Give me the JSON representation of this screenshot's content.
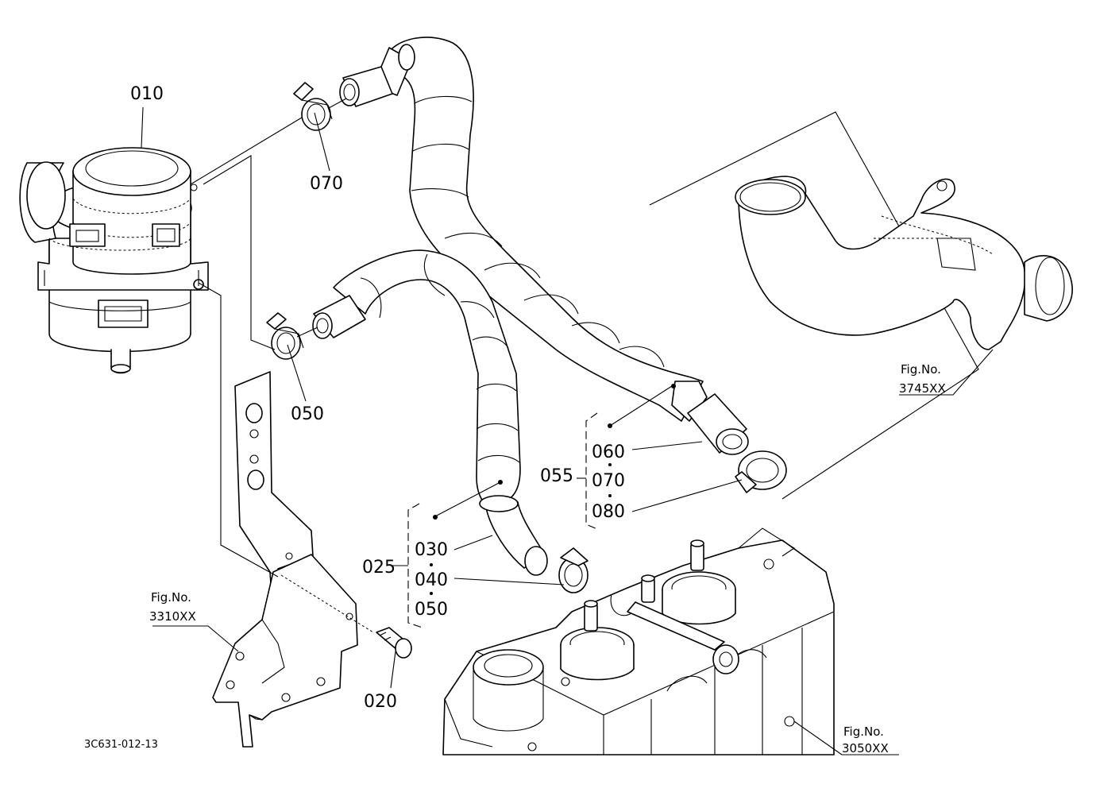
{
  "part_labels": {
    "p010": "010",
    "p070_top": "070",
    "p050_left": "050",
    "p020": "020",
    "p025": "025",
    "p030": "030",
    "p040": "040",
    "p050_group": "050",
    "p055": "055",
    "p060": "060",
    "p070_group": "070",
    "p080": "080"
  },
  "figure_refs": {
    "fig_3310": {
      "title": "Fig.No.",
      "number": "3310XX"
    },
    "fig_3745": {
      "title": "Fig.No.",
      "number": "3745XX"
    },
    "fig_3050": {
      "title": "Fig.No.",
      "number": "3050XX"
    }
  },
  "drawing_code": "3C631-012-13",
  "colors": {
    "ink": "#000000",
    "paper": "#ffffff"
  }
}
